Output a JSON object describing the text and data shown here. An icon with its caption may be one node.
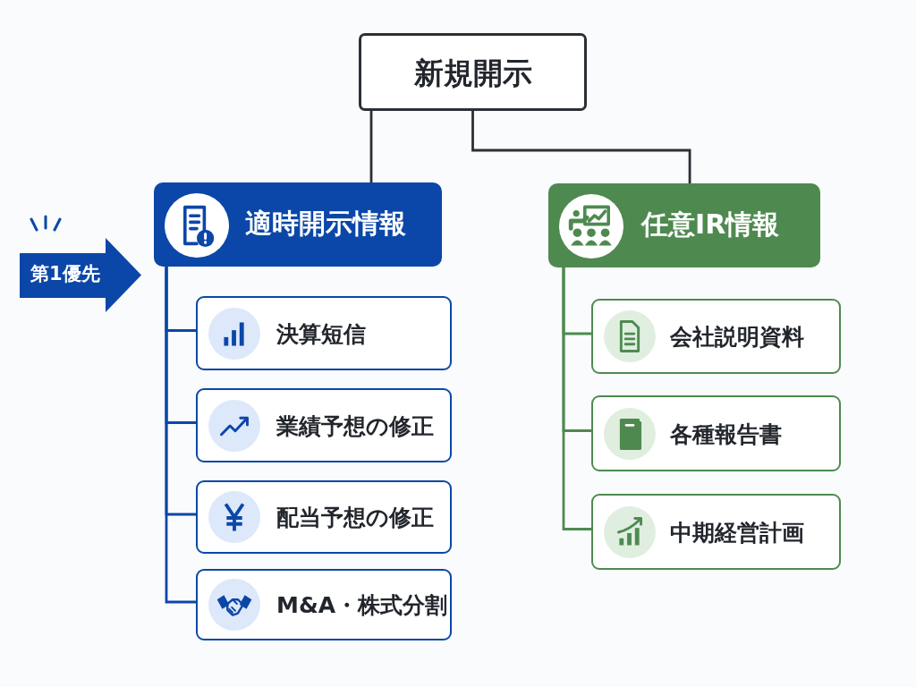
{
  "diagram": {
    "nodes": [
      {
        "text": [
          "新規開示"
        ]
      },
      {
        "text": [
          "適時開示情報"
        ]
      },
      {
        "text": [
          "任意IR情報"
        ]
      },
      {
        "text": [
          "決算短信"
        ]
      },
      {
        "text": [
          "業績予想の修正"
        ]
      },
      {
        "text": [
          "配当予想の修正"
        ]
      },
      {
        "text": [
          "M&A・株式分割"
        ]
      },
      {
        "text": [
          "会社説明資料"
        ]
      },
      {
        "text": [
          "各種報告書"
        ]
      },
      {
        "text": [
          "中期経営計画"
        ]
      },
      {
        "text": [
          "第1優先"
        ]
      }
    ],
    "edges": [
      {
        "from": 0,
        "to": 1,
        "arrow": "none",
        "color": "#2b2f36"
      },
      {
        "from": 0,
        "to": 2,
        "arrow": "none",
        "color": "#2b2f36"
      },
      {
        "from": 1,
        "to": 3,
        "arrow": "none"
      },
      {
        "from": 1,
        "to": 4,
        "arrow": "none"
      },
      {
        "from": 1,
        "to": 5,
        "arrow": "none"
      },
      {
        "from": 1,
        "to": 6,
        "arrow": "none"
      },
      {
        "from": 2,
        "to": 7,
        "arrow": "none",
        "color": "#4e8a4f"
      },
      {
        "from": 2,
        "to": 8,
        "arrow": "none",
        "color": "#4e8a4f"
      },
      {
        "from": 2,
        "to": 9,
        "arrow": "none",
        "color": "#4e8a4f"
      }
    ]
  }
}
